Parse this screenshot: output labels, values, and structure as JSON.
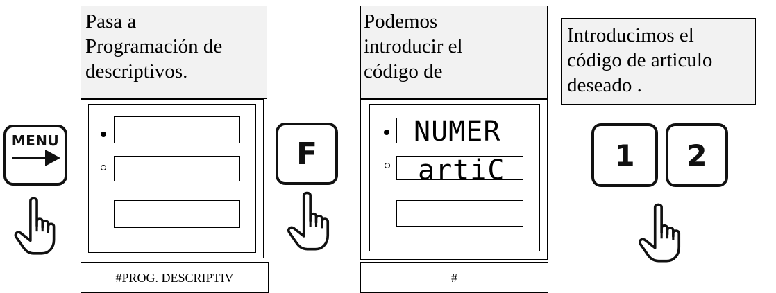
{
  "steps": [
    {
      "caption_lines": [
        "Pasa a",
        "Programación de",
        "descriptivos."
      ],
      "key": {
        "label": "MENU",
        "icon": "arrow-right-icon"
      },
      "display": {
        "row1_text": "",
        "row2_text": "",
        "indicator1": "filled",
        "indicator2": "hollow"
      },
      "footer": "#PROG. DESCRIPTIV"
    },
    {
      "caption_lines": [
        "Podemos",
        "introducir el",
        "código de"
      ],
      "key": {
        "label": "F"
      },
      "display": {
        "row1_text": "NUMER",
        "row2_text": "artiC",
        "indicator1": "filled",
        "indicator2": "hollow"
      },
      "footer": "#"
    },
    {
      "caption_lines": [
        "Introducimos el",
        "código de articulo",
        "deseado ."
      ],
      "keys": [
        "1",
        "2"
      ]
    }
  ],
  "icons": {
    "press": "pointing-hand-icon"
  }
}
